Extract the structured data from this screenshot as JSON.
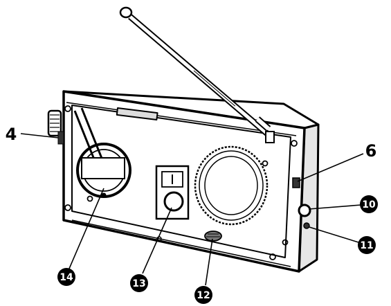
{
  "callouts": {
    "c4": {
      "label": "4",
      "style": "plain"
    },
    "c6": {
      "label": "6",
      "style": "plain"
    },
    "c10": {
      "label": "10",
      "style": "circled"
    },
    "c11": {
      "label": "11",
      "style": "circled"
    },
    "c12": {
      "label": "12",
      "style": "circled"
    },
    "c13": {
      "label": "13",
      "style": "circled"
    },
    "c14": {
      "label": "14",
      "style": "circled"
    }
  },
  "colors": {
    "ink": "#000000",
    "paper": "#ffffff",
    "shade": "#d9d9d9"
  }
}
